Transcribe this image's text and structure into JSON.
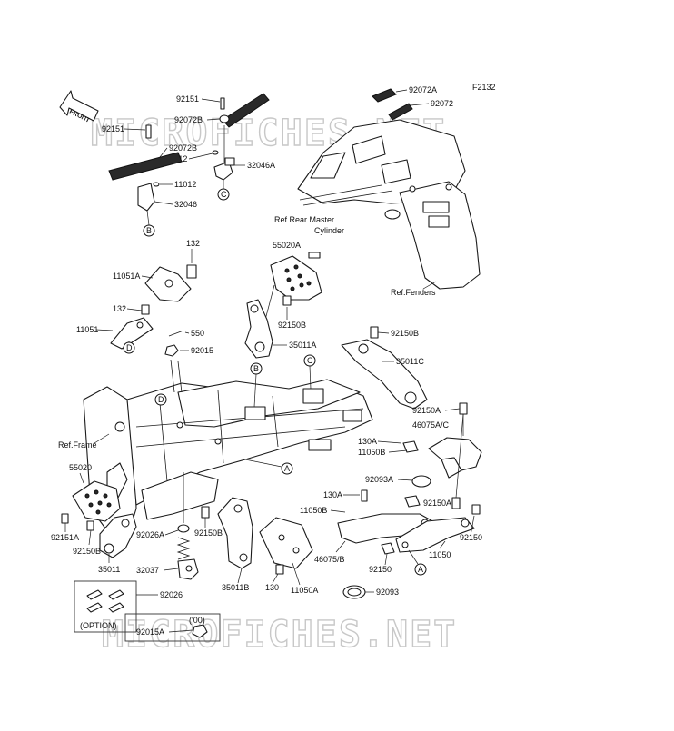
{
  "figure_code": "F2132",
  "watermark": "MICROFICHES.NET",
  "front_arrow": "FRONT",
  "callouts": [
    "A",
    "B",
    "C",
    "D"
  ],
  "labels": {
    "p92151_top": "92151",
    "p92072B_top": "92072B",
    "p11012_top": "11012",
    "p32046A": "32046A",
    "p92151_left": "92151",
    "p92072B_left": "92072B",
    "p11012_left": "11012",
    "p32046": "32046",
    "p92072A": "92072A",
    "p92072": "92072",
    "ref_rear_master": "Ref.Rear Master",
    "ref_cylinder": "Cylinder",
    "p55020A": "55020A",
    "ref_fenders": "Ref.Fenders",
    "p132_top": "132",
    "p11051A": "11051A",
    "p132_mid": "132",
    "p11051": "11051",
    "p550": "550",
    "p92015": "92015",
    "p92150B_mid": "92150B",
    "p35011A": "35011A",
    "p92150B_right": "92150B",
    "p35011C": "35011C",
    "p92150A_r": "92150A",
    "p46075AC": "46075A/C",
    "ref_frame": "Ref.Frame",
    "p130A_1": "130A",
    "p11050B_1": "11050B",
    "p55020": "55020",
    "p92093A": "92093A",
    "p130A_2": "130A",
    "p92150A_2": "92150A",
    "p11050B_2": "11050B",
    "p92151A": "92151A",
    "p92150B_l": "92150B",
    "p92026A": "92026A",
    "p92150B_c": "92150B",
    "p35011": "35011",
    "p32037": "32037",
    "p46075B": "46075/B",
    "p11050": "11050",
    "p92150_r": "92150",
    "p92150_c": "92150",
    "p35011B": "35011B",
    "p130": "130",
    "p11050A": "11050A",
    "p92093": "92093",
    "p92026": "92026",
    "option": "(OPTION)",
    "year00": "('00)",
    "p92015A": "92015A"
  }
}
